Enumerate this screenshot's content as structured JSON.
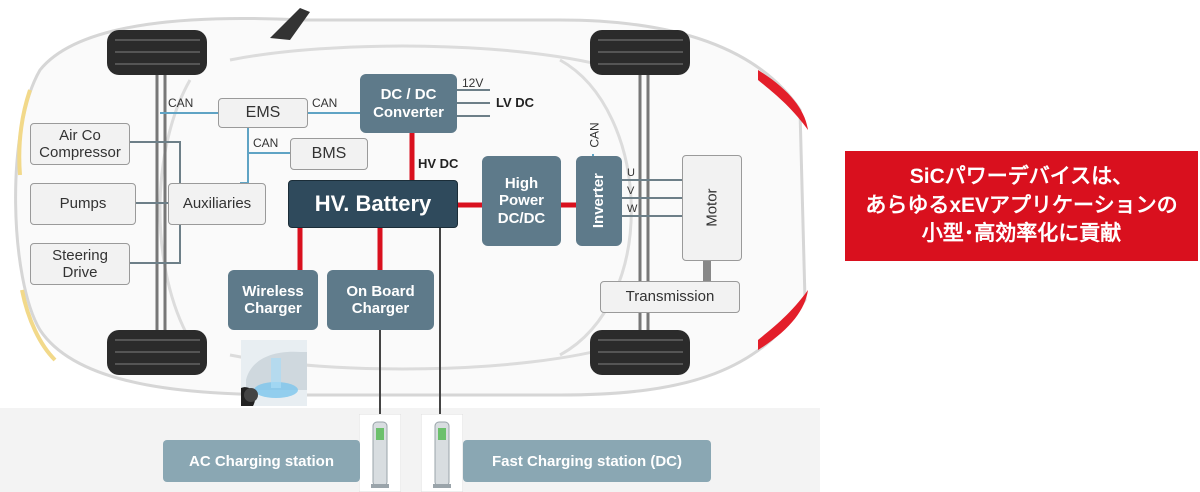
{
  "diagram": {
    "blocks": {
      "ems": "EMS",
      "dcdc_line1": "DC / DC",
      "dcdc_line2": "Converter",
      "bms": "BMS",
      "aircon_line1": "Air Co",
      "aircon_line2": "Compressor",
      "pumps": "Pumps",
      "auxiliaries": "Auxiliaries",
      "steering_line1": "Steering",
      "steering_line2": "Drive",
      "hv_battery": "HV. Battery",
      "hp_line1": "High",
      "hp_line2": "Power",
      "hp_line3": "DC/DC",
      "inverter": "Inverter",
      "motor": "Motor",
      "wireless_line1": "Wireless",
      "wireless_line2": "Charger",
      "onboard_line1": "On Board",
      "onboard_line2": "Charger",
      "transmission": "Transmission"
    },
    "labels": {
      "can_left": "CAN",
      "can_mid": "CAN",
      "can_bms": "CAN",
      "can_inverter": "CAN",
      "v12": "12V",
      "lv_dc": "LV DC",
      "hv_dc": "HV DC",
      "phase_u": "U",
      "phase_v": "V",
      "phase_w": "W"
    },
    "stations": {
      "ac": "AC Charging station",
      "fast": "Fast Charging station (DC)"
    },
    "colors": {
      "hv_line": "#d9101e",
      "can_line": "#5fa3c4",
      "dark_block": "#5e7a8a",
      "battery_block": "#2f4a5c",
      "station_button": "#8aa7b3"
    }
  },
  "promo": {
    "line1": "SiCパワーデバイスは、",
    "line2": "あらゆるxEVアプリケーションの",
    "line3": "小型･高効率化に貢献"
  }
}
